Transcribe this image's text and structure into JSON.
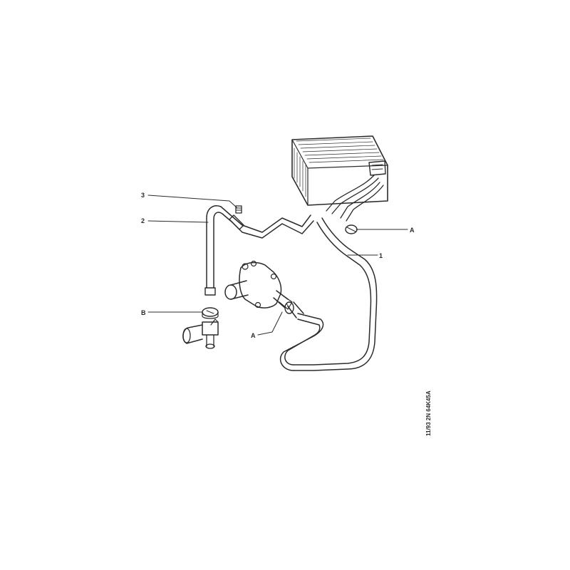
{
  "diagram": {
    "callouts": {
      "label_1": "1",
      "label_2": "2",
      "label_3": "3",
      "label_a_top": "A",
      "label_a_bottom": "A",
      "label_b": "B"
    },
    "reference_code": "11/93 2N 64K45A",
    "colors": {
      "ink": "#2b2b2b",
      "background": "#ffffff"
    }
  }
}
